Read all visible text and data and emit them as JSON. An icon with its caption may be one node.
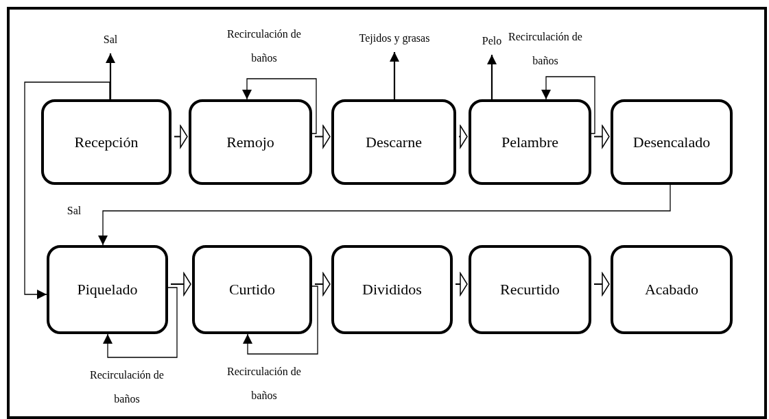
{
  "diagram": {
    "nodes": [
      {
        "text": [
          "Recepción"
        ]
      },
      {
        "text": [
          "Remojo"
        ]
      },
      {
        "text": [
          "Descarne"
        ]
      },
      {
        "text": [
          "Pelambre"
        ]
      },
      {
        "text": [
          "Desencalado"
        ]
      },
      {
        "text": [
          "Piquelado"
        ]
      },
      {
        "text": [
          "Curtido"
        ]
      },
      {
        "text": [
          "Divididos"
        ]
      },
      {
        "text": [
          "Recurtido"
        ]
      },
      {
        "text": [
          "Acabado"
        ]
      },
      {
        "text": [
          "Sal"
        ]
      },
      {
        "text": [
          "Tejidos y grasas"
        ]
      },
      {
        "text": [
          "Pelo"
        ]
      }
    ],
    "edges": [
      {
        "from": 0,
        "to": 1,
        "arrow": "to"
      },
      {
        "from": 1,
        "to": 2,
        "arrow": "to"
      },
      {
        "from": 2,
        "to": 3,
        "arrow": "to"
      },
      {
        "from": 3,
        "to": 4,
        "arrow": "to"
      },
      {
        "from": 5,
        "to": 6,
        "arrow": "to"
      },
      {
        "from": 6,
        "to": 7,
        "arrow": "to"
      },
      {
        "from": 7,
        "to": 8,
        "arrow": "to"
      },
      {
        "from": 8,
        "to": 9,
        "arrow": "to"
      },
      {
        "from": 0,
        "to": 10,
        "arrow": "to"
      },
      {
        "from": 2,
        "to": 11,
        "arrow": "to"
      },
      {
        "from": 3,
        "to": 12,
        "arrow": "to"
      },
      {
        "from": 1,
        "to": 1,
        "arrow": "to",
        "label": "Recirculación de baños"
      },
      {
        "from": 3,
        "to": 3,
        "arrow": "to",
        "label": "Recirculación de baños"
      },
      {
        "from": 5,
        "to": 5,
        "arrow": "to",
        "label": "Recirculación de baños"
      },
      {
        "from": 6,
        "to": 6,
        "arrow": "to",
        "label": "Recirculación de baños"
      },
      {
        "from": 0,
        "to": 5,
        "arrow": "to",
        "label": "Sal"
      },
      {
        "from": 4,
        "to": 5,
        "arrow": "to"
      }
    ]
  }
}
